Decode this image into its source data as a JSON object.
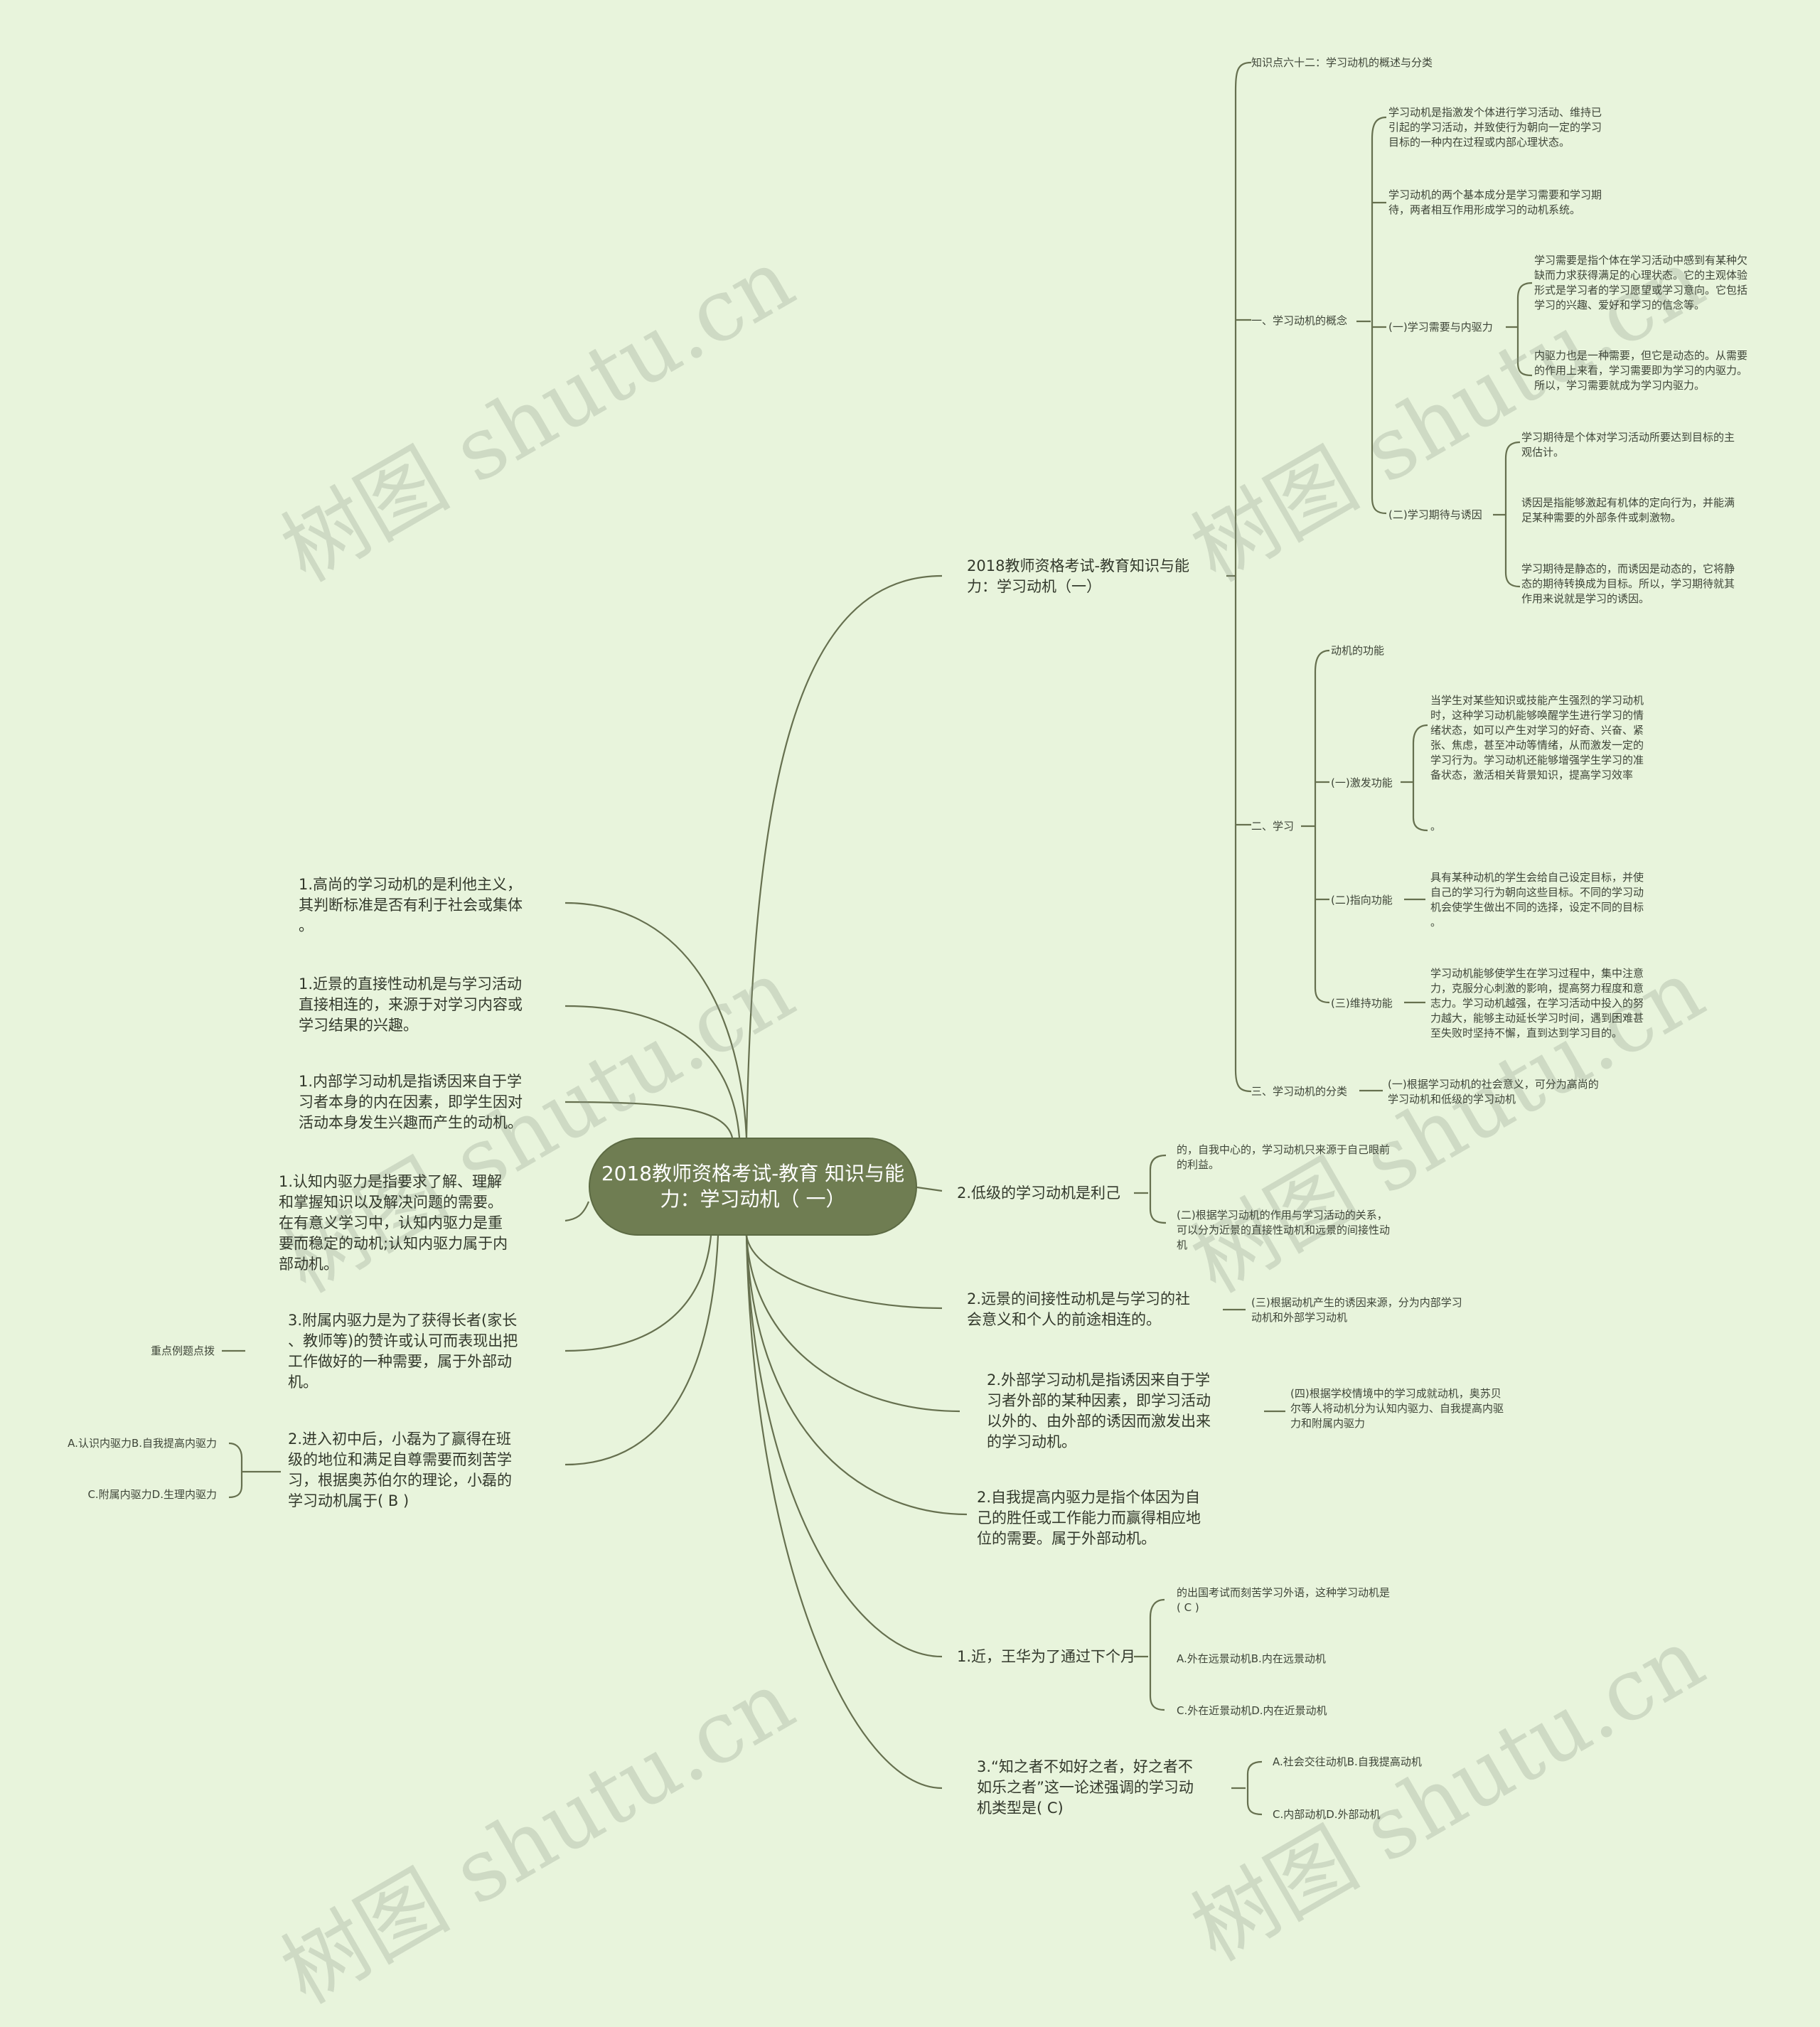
{
  "watermark": "树图 shutu.cn",
  "root": "2018教师资格考试-教育\n知识与能力：学习动机（\n一）",
  "right": {
    "main": "2018教师资格考试-教育知识与能\n力：学习动机（一）",
    "kp": "知识点六十二：学习动机的概述与分类",
    "concept": {
      "label": "一、学习动机的概念",
      "def": "学习动机是指激发个体进行学习活动、维持已\n引起的学习活动，并致使行为朝向一定的学习\n目标的一种内在过程或内部心理状态。",
      "components": "学习动机的两个基本成分是学习需要和学习期\n待，两者相互作用形成学习的动机系统。",
      "need": {
        "label": "(一)学习需要与内驱力",
        "a": "学习需要是指个体在学习活动中感到有某种欠\n缺而力求获得满足的心理状态。它的主观体验\n形式是学习者的学习愿望或学习意向。它包括\n学习的兴趣、爱好和学习的信念等。",
        "b": "内驱力也是一种需要，但它是动态的。从需要\n的作用上来看，学习需要即为学习的内驱力。\n所以，学习需要就成为学习内驱力。"
      },
      "expect": {
        "label": "(二)学习期待与诱因",
        "a": "学习期待是个体对学习活动所要达到目标的主\n观估计。",
        "b": "诱因是指能够激起有机体的定向行为，并能满\n足某种需要的外部条件或刺激物。",
        "c": "学习期待是静态的，而诱因是动态的，它将静\n态的期待转换成为目标。所以，学习期待就其\n作用来说就是学习的诱因。"
      }
    },
    "study": {
      "label": "二、学习",
      "func": "动机的功能",
      "f1": {
        "label": "(一)激发功能",
        "a": "当学生对某些知识或技能产生强烈的学习动机\n时，这种学习动机能够唤醒学生进行学习的情\n绪状态，如可以产生对学习的好奇、兴奋、紧\n张、焦虑，甚至冲动等情绪，从而激发一定的\n学习行为。学习动机还能够增强学生学习的准\n备状态，激活相关背景知识，提高学习效率",
        "b": "。"
      },
      "f2": {
        "label": "(二)指向功能",
        "a": "具有某种动机的学生会给自己设定目标，并使\n自己的学习行为朝向这些目标。不同的学习动\n机会使学生做出不同的选择，设定不同的目标\n。"
      },
      "f3": {
        "label": "(三)维持功能",
        "a": "学习动机能够使学生在学习过程中，集中注意\n力，克服分心刺激的影响，提高努力程度和意\n志力。学习动机越强，在学习活动中投入的努\n力越大，能够主动延长学习时间，遇到困难甚\n至失败时坚持不懈，直到达到学习目的。"
      }
    },
    "cls": {
      "label": "三、学习动机的分类",
      "a": "(一)根据学习动机的社会意义，可分为高尚的\n学习动机和低级的学习动机"
    },
    "low": {
      "label": "2.低级的学习动机是利己",
      "a": "的，自我中心的，学习动机只来源于自己眼前\n的利益。",
      "b": "(二)根据学习动机的作用与学习活动的关系，\n可以分为近景的直接性动机和远景的间接性动\n机"
    },
    "far": {
      "label": "2.远景的间接性动机是与学习的社\n会意义和个人的前途相连的。",
      "a": "(三)根据动机产生的诱因来源，分为内部学习\n动机和外部学习动机"
    },
    "ext": {
      "label": "2.外部学习动机是指诱因来自于学\n习者外部的某种因素，即学习活动\n以外的、由外部的诱因而激发出来\n的学习动机。",
      "a": "(四)根据学校情境中的学习成就动机，奥苏贝\n尔等人将动机分为认知内驱力、自我提高内驱\n力和附属内驱力"
    },
    "self": "2.自我提高内驱力是指个体因为自\n己的胜任或工作能力而赢得相应地\n位的需要。属于外部动机。",
    "q1": {
      "label": "1.近，王华为了通过下个月",
      "a": "的出国考试而刻苦学习外语，这种学习动机是\n( C )",
      "b": "A.外在远景动机B.内在远景动机",
      "c": "C.外在近景动机D.内在近景动机"
    },
    "q3": {
      "label": "3.“知之者不如好之者，好之者不\n如乐之者”这一论述强调的学习动\n机类型是( C)",
      "a": "A.社会交往动机B.自我提高动机",
      "b": "C.内部动机D.外部动机"
    }
  },
  "left": {
    "noble": "1.高尚的学习动机的是利他主义，\n其判断标准是否有利于社会或集体\n。",
    "near": "1.近景的直接性动机是与学习活动\n直接相连的，来源于对学习内容或\n学习结果的兴趣。",
    "internal": "1.内部学习动机是指诱因来自于学\n习者本身的内在因素，即学生因对\n活动本身发生兴趣而产生的动机。",
    "cognitive": "1.认知内驱力是指要求了解、理解\n和掌握知识以及解决问题的需要。\n在有意义学习中，认知内驱力是重\n要而稳定的动机;认知内驱力属于内\n部动机。",
    "attach": {
      "label": "3.附属内驱力是为了获得长者(家长\n、教师等)的赞许或认可而表现出把\n工作做好的一种需要，属于外部动\n机。",
      "tip": "重点例题点拨"
    },
    "q2": {
      "label": "2.进入初中后，小磊为了赢得在班\n级的地位和满足自尊需要而刻苦学\n习，根据奥苏伯尔的理论，小磊的\n学习动机属于( B )",
      "a": "A.认识内驱力B.自我提高内驱力",
      "b": "C.附属内驱力D.生理内驱力"
    }
  }
}
